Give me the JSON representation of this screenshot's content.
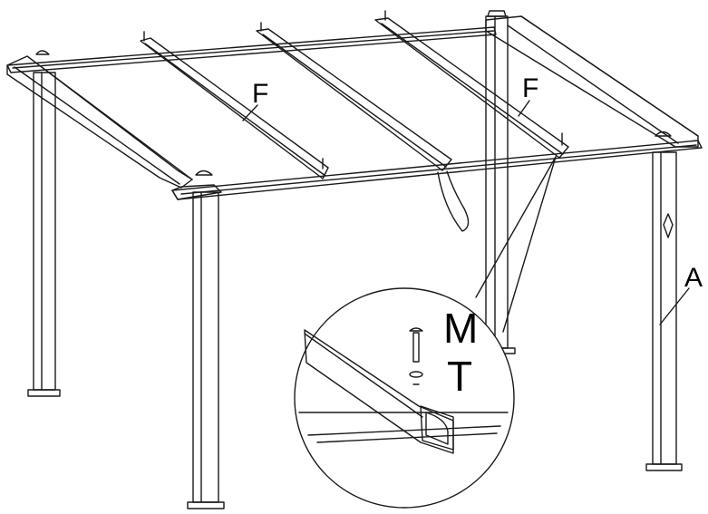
{
  "labels": {
    "f_left": "F",
    "f_right": "F",
    "a": "A",
    "m": "M",
    "t": "T"
  },
  "colors": {
    "line": "#1a1a1a",
    "background": "#ffffff"
  }
}
